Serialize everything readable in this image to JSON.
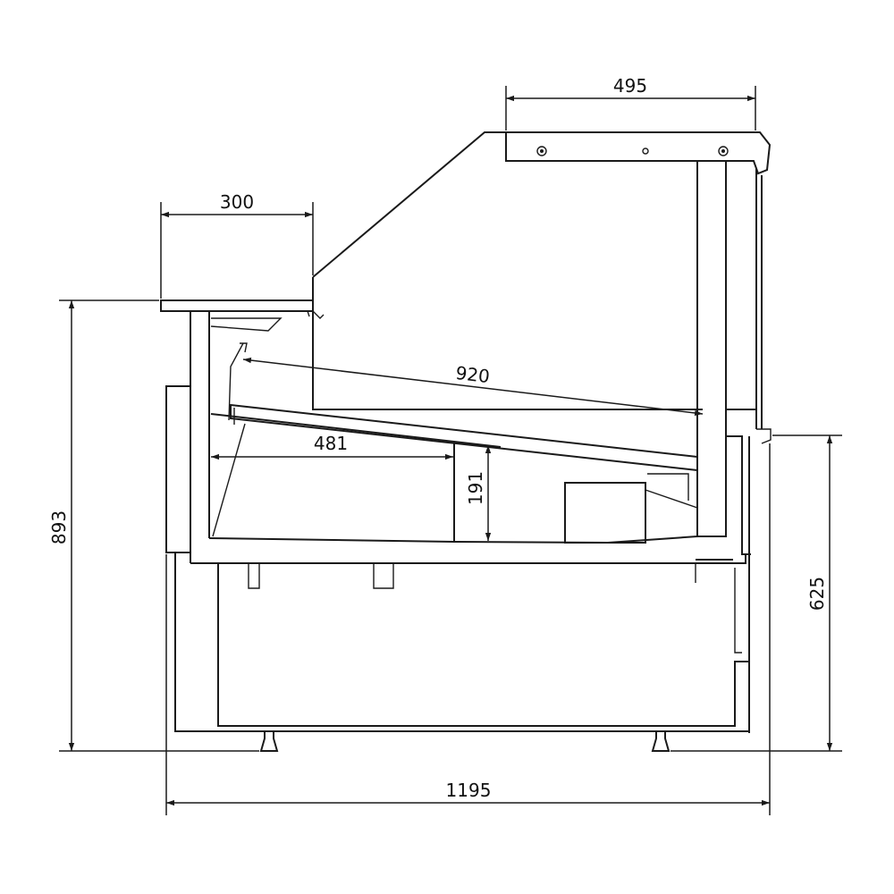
{
  "dimensions": {
    "top_width": "495",
    "shelf_width": "300",
    "shelf_length": "920",
    "depth": "481",
    "tray_height": "191",
    "total_height": "893",
    "counter_height": "625",
    "total_width": "1195"
  }
}
